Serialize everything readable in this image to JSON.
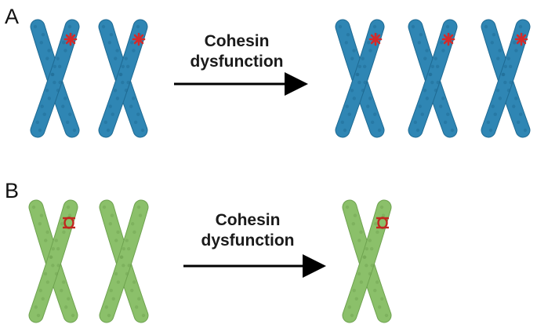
{
  "panels": [
    {
      "label": "A",
      "caption_line1": "Cohesin",
      "caption_line2": "dysfunction",
      "chromosome_color": "#2f86b4",
      "chromosome_dark": "#1e6a93",
      "marker_color": "#d42a2a",
      "marker_icon": "asterisk",
      "before_count": 2,
      "after_count": 3
    },
    {
      "label": "B",
      "caption_line1": "Cohesin",
      "caption_line2": "dysfunction",
      "chromosome_color": "#8bc06a",
      "chromosome_dark": "#6ea24f",
      "marker_color": "#c0281f",
      "marker_icon": "lock-ring",
      "before_count": 2,
      "after_count": 1
    }
  ],
  "arrow_color": "#000000"
}
